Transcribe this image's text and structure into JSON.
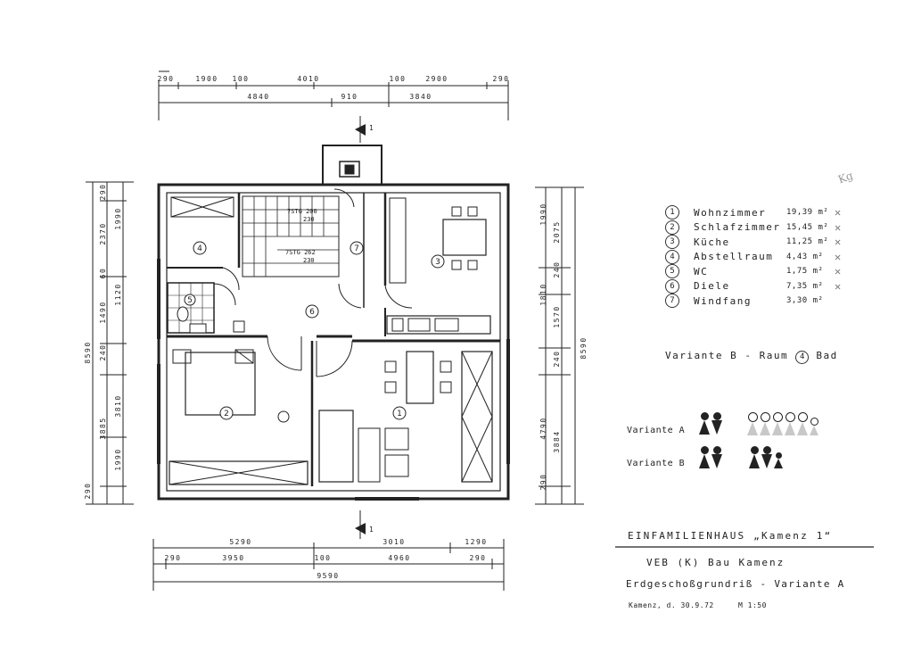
{
  "dimensions": {
    "top_row1": [
      "290",
      "1900",
      "100",
      "4010",
      "100",
      "2900",
      "290"
    ],
    "top_row2": [
      "4840",
      "910",
      "3840"
    ],
    "bottom_row1": [
      "5290",
      "3010",
      "1290"
    ],
    "bottom_row2": [
      "290",
      "3950",
      "100",
      "4960",
      "290"
    ],
    "bottom_total": "9590",
    "left_inner": [
      "290",
      "2370",
      "60",
      "1120",
      "1490",
      "240",
      "3810",
      "1990",
      "290"
    ],
    "left_outer": [
      "1990",
      "8590",
      "3885"
    ],
    "right_inner": [
      "1990",
      "2075",
      "240",
      "1810",
      "1570",
      "240",
      "4790",
      "3884",
      "290"
    ],
    "right_outer": "8590"
  },
  "plan_labels": {
    "stair_top": "7STG 200",
    "stair_top_sub": "230",
    "stair_bottom": "7STG 262",
    "stair_bottom_sub": "230",
    "section_top": "1",
    "section_bottom": "1"
  },
  "rooms": [
    {
      "num": "1",
      "name": "Wohnzimmer",
      "area": "19,39 m²"
    },
    {
      "num": "2",
      "name": "Schlafzimmer",
      "area": "15,45 m²"
    },
    {
      "num": "3",
      "name": "Küche",
      "area": "11,25 m²"
    },
    {
      "num": "4",
      "name": "Abstellraum",
      "area": "4,43 m²"
    },
    {
      "num": "5",
      "name": "WC",
      "area": "1,75 m²"
    },
    {
      "num": "6",
      "name": "Diele",
      "area": "7,35 m²"
    },
    {
      "num": "7",
      "name": "Windfang",
      "area": "3,30 m²"
    }
  ],
  "check_mark": "✕",
  "pencil_mark": "Kg",
  "variant_note": {
    "prefix": "Variante B -  Raum",
    "num": "4",
    "suffix": "Bad"
  },
  "variant_a": "Variante A",
  "variant_b": "Variante B",
  "title_line1": "EINFAMILIENHAUS „Kamenz 1“",
  "title_line2": "VEB (K) Bau  Kamenz",
  "title_line3": "Erdgeschoßgrundriß - Variante A",
  "date": "Kamenz, d. 30.9.72",
  "scale": "M 1:50",
  "colors": {
    "ink": "#222222",
    "pencil": "#888888",
    "paper": "#ffffff"
  }
}
